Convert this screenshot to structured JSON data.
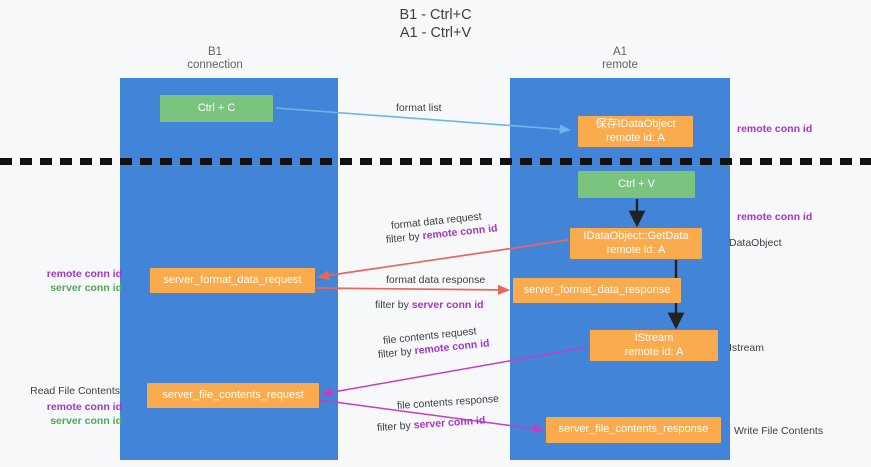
{
  "title": {
    "line1": "B1 - Ctrl+C",
    "line2": "A1 - Ctrl+V"
  },
  "columns": [
    {
      "id": "b1",
      "name": "B1",
      "role": "connection"
    },
    {
      "id": "a1",
      "name": "A1",
      "role": "remote"
    }
  ],
  "nodes": {
    "ctrl_c": {
      "line1": "Ctrl + C",
      "line2": ""
    },
    "ctrl_v": {
      "line1": "Ctrl + V",
      "line2": ""
    },
    "data_object": {
      "line1": "保存IDataObject",
      "line2": "remote id: A"
    },
    "get_data": {
      "line1": "IDataObject::GetData",
      "line2": "remote id: A"
    },
    "istream": {
      "line1": "IStream",
      "line2": "remote id: A"
    },
    "fmt_request": {
      "line1": "server_format_data_request",
      "line2": ""
    },
    "fmt_response": {
      "line1": "server_format_data_response",
      "line2": ""
    },
    "file_request": {
      "line1": "server_file_contents_request",
      "line2": ""
    },
    "file_response": {
      "line1": "server_file_contents_response",
      "line2": ""
    }
  },
  "edge_labels": {
    "format_list": "format list",
    "format_data_request": "format data request",
    "format_data_request_filter_prefix": "filter by ",
    "format_data_request_filter_key": "remote conn id",
    "format_data_response": "format data response",
    "format_data_response_filter_prefix": "filter by ",
    "format_data_response_filter_key": "server conn id",
    "file_contents_request": "file contents request",
    "file_contents_request_filter_prefix": "filter by ",
    "file_contents_request_filter_key": "remote conn id",
    "file_contents_response": "file contents response",
    "file_contents_response_filter_prefix": "filter by ",
    "file_contents_response_filter_key": "server conn id"
  },
  "annotations": {
    "right_remote_conn_id_top": "remote conn id",
    "right_remote_conn_id_mid": "remote conn id",
    "right_dataobject": "DataObject",
    "right_istream": "Istream",
    "right_write_file_contents": "Write File Contents",
    "left_remote_conn_id_mid": "remote conn id",
    "left_server_conn_id_mid": "server conn id",
    "left_read_file_contents": "Read File Contents",
    "left_remote_conn_id_bottom": "remote conn id",
    "left_server_conn_id_bottom": "server conn id"
  },
  "colors": {
    "lane": "#4285d8",
    "green_node": "#7ac47f",
    "orange_node": "#f9ab4e",
    "arrow_format_list": "#6bb8e8",
    "arrow_format_data": "#e8665c",
    "arrow_file_contents": "#c23fc2",
    "arrow_internal": "#222222",
    "key_remote": "#a734c8",
    "key_server": "#4fa85a",
    "divider": "#111111",
    "background": "#f7f8fa"
  }
}
